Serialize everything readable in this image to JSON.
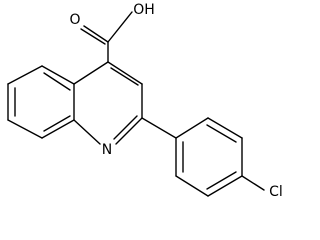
{
  "molecule": {
    "atom_labels": {
      "carbonyl_oxygen": "O",
      "hydroxyl": "OH",
      "nitrogen": "N",
      "chlorine": "Cl"
    },
    "colors": {
      "bond": "#000000",
      "label": "#000000",
      "background": "#ffffff"
    }
  }
}
